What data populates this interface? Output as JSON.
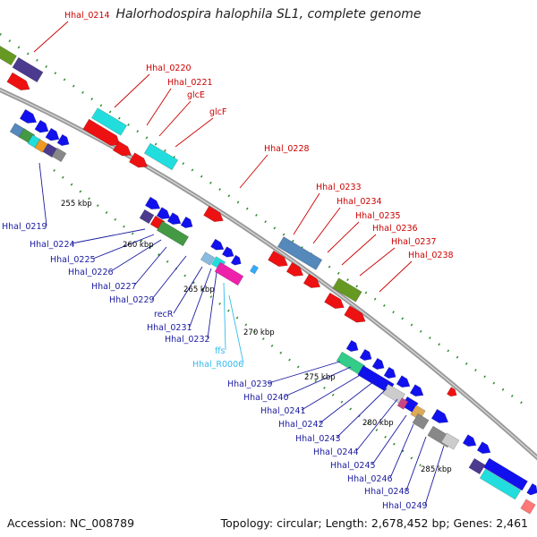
{
  "title": "Halorhodospira halophila SL1, complete genome",
  "footer": {
    "accession": "Accession: NC_008789",
    "summary": "Topology: circular; Length: 2,678,452 bp; Genes: 2,461"
  },
  "colors": {
    "forward_label": "#cc0000",
    "reverse_label": "#1a1aa0",
    "rna_label": "#33bbee",
    "backbone": "#9a9a9a",
    "tick": "#2e8b2e"
  },
  "scale_marks": [
    "255 kbp",
    "260 kbp",
    "265 kbp",
    "270 kbp",
    "275 kbp",
    "280 kbp",
    "285 kbp"
  ],
  "forward_labels": [
    "Hhal_0214",
    "Hhal_0220",
    "Hhal_0221",
    "glcE",
    "glcF",
    "Hhal_0228",
    "Hhal_0233",
    "Hhal_0234",
    "Hhal_0235",
    "Hhal_0236",
    "Hhal_0237",
    "Hhal_0238"
  ],
  "reverse_labels": [
    "Hhal_0219",
    "Hhal_0224",
    "Hhal_0225",
    "Hhal_0226",
    "Hhal_0227",
    "Hhal_0229",
    "recR",
    "Hhal_0231",
    "Hhal_0232",
    "ffs",
    "Hhal_R0006",
    "Hhal_0239",
    "Hhal_0240",
    "Hhal_0241",
    "Hhal_0242",
    "Hhal_0243",
    "Hhal_0244",
    "Hhal_0245",
    "Hhal_0246",
    "Hhal_0248",
    "Hhal_0249"
  ]
}
